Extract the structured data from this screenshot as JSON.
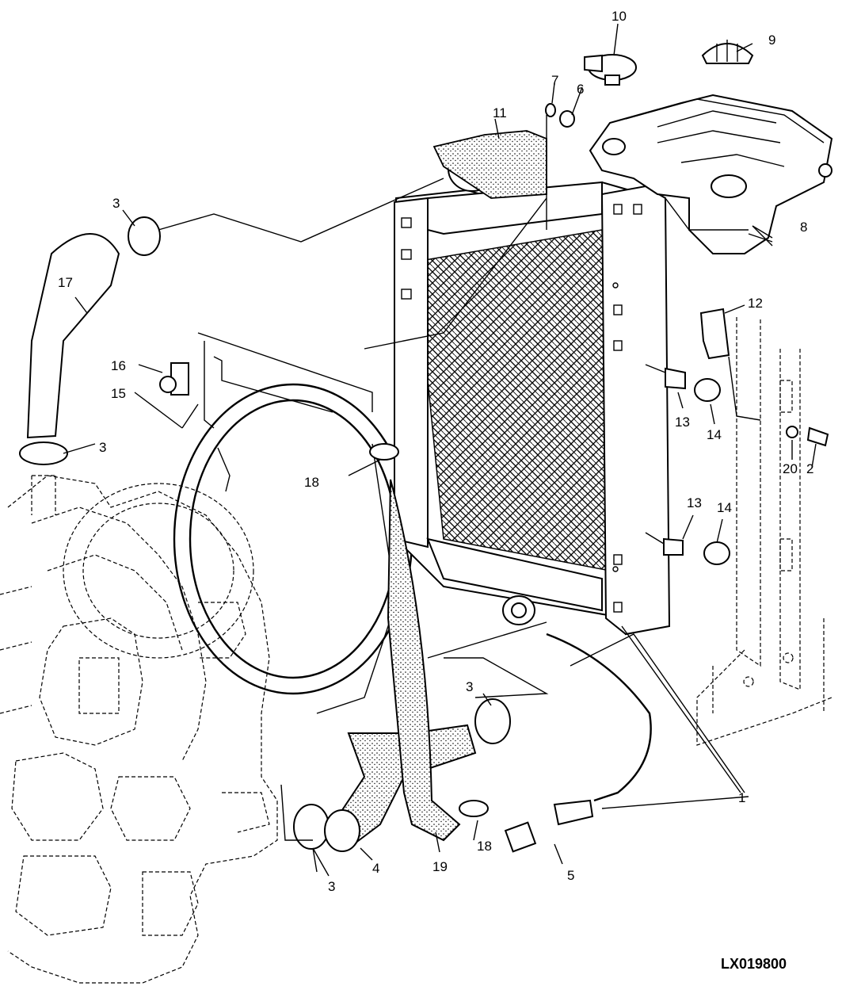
{
  "callouts": [
    {
      "id": "c1",
      "label": "1"
    },
    {
      "id": "c2",
      "label": "2"
    },
    {
      "id": "c3a",
      "label": "3"
    },
    {
      "id": "c3b",
      "label": "3"
    },
    {
      "id": "c3c",
      "label": "3"
    },
    {
      "id": "c3d",
      "label": "3"
    },
    {
      "id": "c4",
      "label": "4"
    },
    {
      "id": "c5",
      "label": "5"
    },
    {
      "id": "c6",
      "label": "6"
    },
    {
      "id": "c7",
      "label": "7"
    },
    {
      "id": "c8",
      "label": "8"
    },
    {
      "id": "c9",
      "label": "9"
    },
    {
      "id": "c10",
      "label": "10"
    },
    {
      "id": "c11",
      "label": "11"
    },
    {
      "id": "c12",
      "label": "12"
    },
    {
      "id": "c13a",
      "label": "13"
    },
    {
      "id": "c13b",
      "label": "13"
    },
    {
      "id": "c14a",
      "label": "14"
    },
    {
      "id": "c14b",
      "label": "14"
    },
    {
      "id": "c15",
      "label": "15"
    },
    {
      "id": "c16",
      "label": "16"
    },
    {
      "id": "c17",
      "label": "17"
    },
    {
      "id": "c18a",
      "label": "18"
    },
    {
      "id": "c18b",
      "label": "18"
    },
    {
      "id": "c19",
      "label": "19"
    },
    {
      "id": "c20",
      "label": "20"
    }
  ],
  "figure_reference": "LX019800",
  "colors": {
    "line": "#000000",
    "background": "#ffffff"
  }
}
